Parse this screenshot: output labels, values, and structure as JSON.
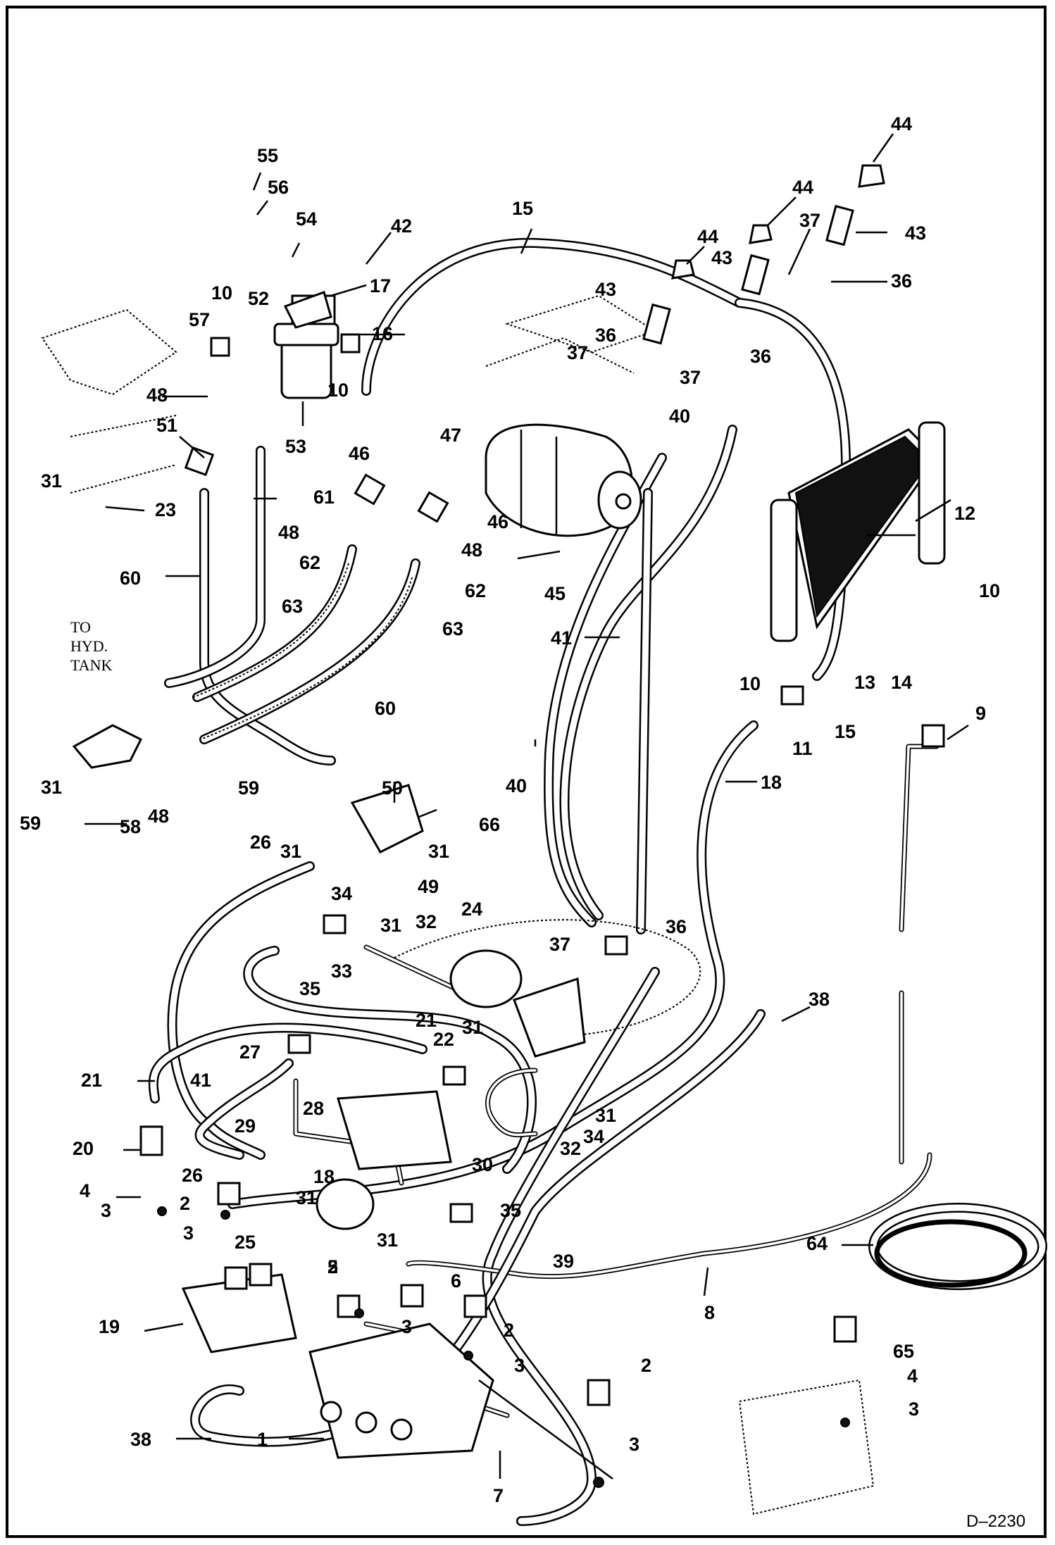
{
  "figure_code": "D–2230",
  "tank_note": [
    "TO",
    "HYD.",
    "TANK"
  ],
  "callouts": [
    {
      "id": "c44a",
      "text": "44"
    },
    {
      "id": "c44b",
      "text": "44"
    },
    {
      "id": "c44c",
      "text": "44"
    },
    {
      "id": "c43a",
      "text": "43"
    },
    {
      "id": "c43b",
      "text": "43"
    },
    {
      "id": "c43c",
      "text": "43"
    },
    {
      "id": "c37a",
      "text": "37"
    },
    {
      "id": "c37b",
      "text": "37"
    },
    {
      "id": "c37c",
      "text": "37"
    },
    {
      "id": "c37d",
      "text": "37"
    },
    {
      "id": "c36a",
      "text": "36"
    },
    {
      "id": "c36b",
      "text": "36"
    },
    {
      "id": "c36c",
      "text": "36"
    },
    {
      "id": "c36d",
      "text": "36"
    },
    {
      "id": "c55",
      "text": "55"
    },
    {
      "id": "c56",
      "text": "56"
    },
    {
      "id": "c54",
      "text": "54"
    },
    {
      "id": "c42",
      "text": "42"
    },
    {
      "id": "c17",
      "text": "17"
    },
    {
      "id": "c15a",
      "text": "15"
    },
    {
      "id": "c15b",
      "text": "15"
    },
    {
      "id": "c10a",
      "text": "10"
    },
    {
      "id": "c10b",
      "text": "10"
    },
    {
      "id": "c10c",
      "text": "10"
    },
    {
      "id": "c10d",
      "text": "10"
    },
    {
      "id": "c52",
      "text": "52"
    },
    {
      "id": "c57",
      "text": "57"
    },
    {
      "id": "c16",
      "text": "16"
    },
    {
      "id": "c48a",
      "text": "48"
    },
    {
      "id": "c48b",
      "text": "48"
    },
    {
      "id": "c48c",
      "text": "48"
    },
    {
      "id": "c48d",
      "text": "48"
    },
    {
      "id": "c53",
      "text": "53"
    },
    {
      "id": "c51",
      "text": "51"
    },
    {
      "id": "c40a",
      "text": "40"
    },
    {
      "id": "c40b",
      "text": "40"
    },
    {
      "id": "c47",
      "text": "47"
    },
    {
      "id": "c46a",
      "text": "46"
    },
    {
      "id": "c46b",
      "text": "46"
    },
    {
      "id": "c31a",
      "text": "31"
    },
    {
      "id": "c31b",
      "text": "31"
    },
    {
      "id": "c31c",
      "text": "31"
    },
    {
      "id": "c31d",
      "text": "31"
    },
    {
      "id": "c31e",
      "text": "31"
    },
    {
      "id": "c31f",
      "text": "31"
    },
    {
      "id": "c31g",
      "text": "31"
    },
    {
      "id": "c31h",
      "text": "31"
    },
    {
      "id": "c31i",
      "text": "31"
    },
    {
      "id": "c23",
      "text": "23"
    },
    {
      "id": "c61",
      "text": "61"
    },
    {
      "id": "c12",
      "text": "12"
    },
    {
      "id": "c60a",
      "text": "60"
    },
    {
      "id": "c60b",
      "text": "60"
    },
    {
      "id": "c62a",
      "text": "62"
    },
    {
      "id": "c62b",
      "text": "62"
    },
    {
      "id": "c63a",
      "text": "63"
    },
    {
      "id": "c63b",
      "text": "63"
    },
    {
      "id": "c45",
      "text": "45"
    },
    {
      "id": "c41a",
      "text": "41"
    },
    {
      "id": "c41b",
      "text": "41"
    },
    {
      "id": "c13",
      "text": "13"
    },
    {
      "id": "c14",
      "text": "14"
    },
    {
      "id": "c11",
      "text": "11"
    },
    {
      "id": "c9",
      "text": "9"
    },
    {
      "id": "c18a",
      "text": "18"
    },
    {
      "id": "c18b",
      "text": "18"
    },
    {
      "id": "c59a",
      "text": "59"
    },
    {
      "id": "c59b",
      "text": "59"
    },
    {
      "id": "c58",
      "text": "58"
    },
    {
      "id": "c50",
      "text": "50"
    },
    {
      "id": "c66",
      "text": "66"
    },
    {
      "id": "c26a",
      "text": "26"
    },
    {
      "id": "c26b",
      "text": "26"
    },
    {
      "id": "c49",
      "text": "49"
    },
    {
      "id": "c34a",
      "text": "34"
    },
    {
      "id": "c34b",
      "text": "34"
    },
    {
      "id": "c24",
      "text": "24"
    },
    {
      "id": "c32a",
      "text": "32"
    },
    {
      "id": "c32b",
      "text": "32"
    },
    {
      "id": "c33",
      "text": "33"
    },
    {
      "id": "c35a",
      "text": "35"
    },
    {
      "id": "c35b",
      "text": "35"
    },
    {
      "id": "c38a",
      "text": "38"
    },
    {
      "id": "c38b",
      "text": "38"
    },
    {
      "id": "c21a",
      "text": "21"
    },
    {
      "id": "c21b",
      "text": "21"
    },
    {
      "id": "c22",
      "text": "22"
    },
    {
      "id": "c27",
      "text": "27"
    },
    {
      "id": "c28",
      "text": "28"
    },
    {
      "id": "c29",
      "text": "29"
    },
    {
      "id": "c20",
      "text": "20"
    },
    {
      "id": "c4a",
      "text": "4"
    },
    {
      "id": "c4b",
      "text": "4"
    },
    {
      "id": "c2a",
      "text": "2"
    },
    {
      "id": "c2b",
      "text": "2"
    },
    {
      "id": "c2c",
      "text": "2"
    },
    {
      "id": "c2d",
      "text": "2"
    },
    {
      "id": "c3a",
      "text": "3"
    },
    {
      "id": "c3b",
      "text": "3"
    },
    {
      "id": "c3c",
      "text": "3"
    },
    {
      "id": "c3d",
      "text": "3"
    },
    {
      "id": "c3e",
      "text": "3"
    },
    {
      "id": "c3f",
      "text": "3"
    },
    {
      "id": "c25",
      "text": "25"
    },
    {
      "id": "c30",
      "text": "30"
    },
    {
      "id": "c39",
      "text": "39"
    },
    {
      "id": "c19",
      "text": "19"
    },
    {
      "id": "c5",
      "text": "5"
    },
    {
      "id": "c6",
      "text": "6"
    },
    {
      "id": "c64",
      "text": "64"
    },
    {
      "id": "c65",
      "text": "65"
    },
    {
      "id": "c8",
      "text": "8"
    },
    {
      "id": "c1",
      "text": "1"
    },
    {
      "id": "c7",
      "text": "7"
    }
  ]
}
